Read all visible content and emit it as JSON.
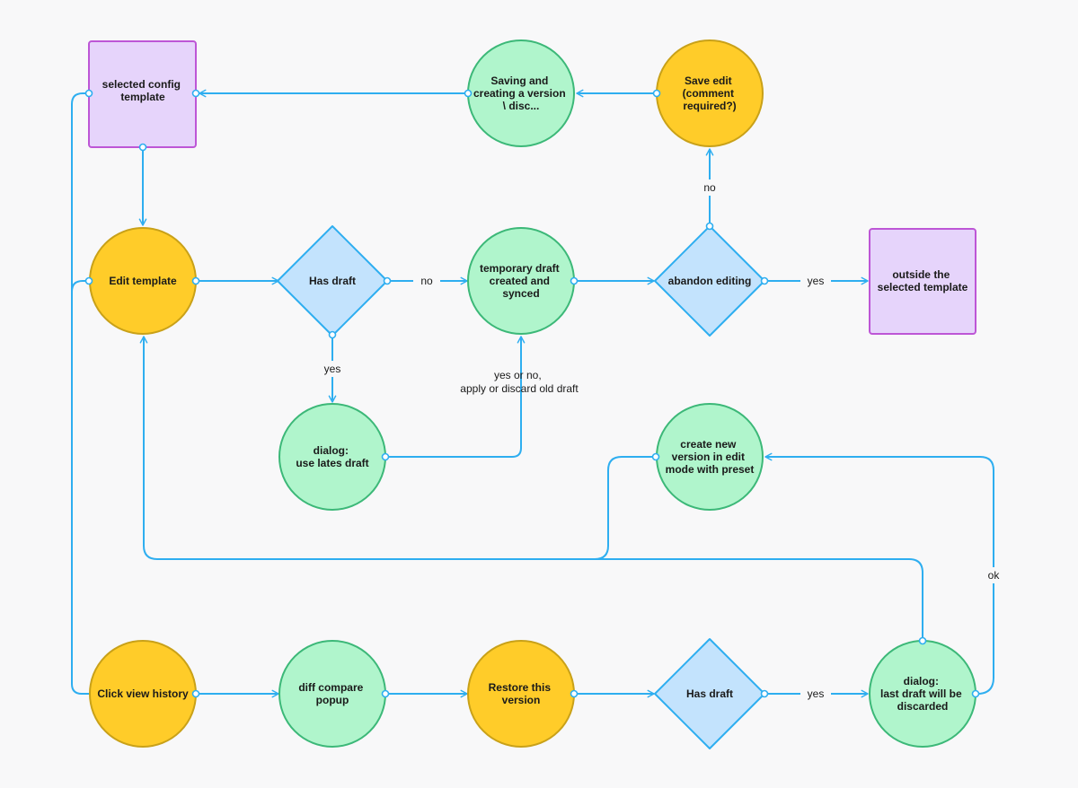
{
  "colors": {
    "background": "#f8f8f9",
    "edge": "#2eaef0",
    "process_fill": "#b0f5cc",
    "process_stroke": "#3cb878",
    "action_fill": "#ffcc29",
    "action_stroke": "#c9a118",
    "decision_fill": "#c3e3fd",
    "decision_stroke": "#2eaef0",
    "terminal_fill": "#e6d4fb",
    "terminal_stroke": "#bd56d6"
  },
  "nodes": {
    "selected_config": {
      "lines": [
        "selected config",
        "template"
      ]
    },
    "saving_version": {
      "lines": [
        "Saving and",
        "creating a version",
        "\\ disc..."
      ]
    },
    "save_edit": {
      "lines": [
        "Save edit",
        "(comment",
        "required?)"
      ]
    },
    "edit_template": {
      "lines": [
        "Edit template"
      ]
    },
    "has_draft_top": {
      "lines": [
        "Has draft"
      ]
    },
    "temp_draft": {
      "lines": [
        "temporary draft",
        "created and",
        "synced"
      ]
    },
    "abandon_editing": {
      "lines": [
        "abandon editing"
      ]
    },
    "outside_template": {
      "lines": [
        "outside the",
        "selected template"
      ]
    },
    "dialog_latest_draft": {
      "lines": [
        "dialog:",
        "use lates draft"
      ]
    },
    "create_new_version": {
      "lines": [
        "create new",
        "version in edit",
        "mode with preset"
      ]
    },
    "click_view_history": {
      "lines": [
        "Click view history"
      ]
    },
    "diff_compare": {
      "lines": [
        "diff compare",
        "popup"
      ]
    },
    "restore_version": {
      "lines": [
        "Restore this",
        "version"
      ]
    },
    "has_draft_bottom": {
      "lines": [
        "Has draft"
      ]
    },
    "dialog_discard": {
      "lines": [
        "dialog:",
        "last draft will be",
        "discarded"
      ]
    }
  },
  "edge_labels": {
    "no_to_temp_draft": [
      "no"
    ],
    "yes_to_dialog": [
      "yes"
    ],
    "yes_or_no_apply": [
      "yes or no,",
      "apply or discard old draft"
    ],
    "no_to_save_edit": [
      "no"
    ],
    "yes_to_outside": [
      "yes"
    ],
    "yes_to_discard_dialog": [
      "yes"
    ],
    "ok_to_new_version": [
      "ok"
    ]
  }
}
